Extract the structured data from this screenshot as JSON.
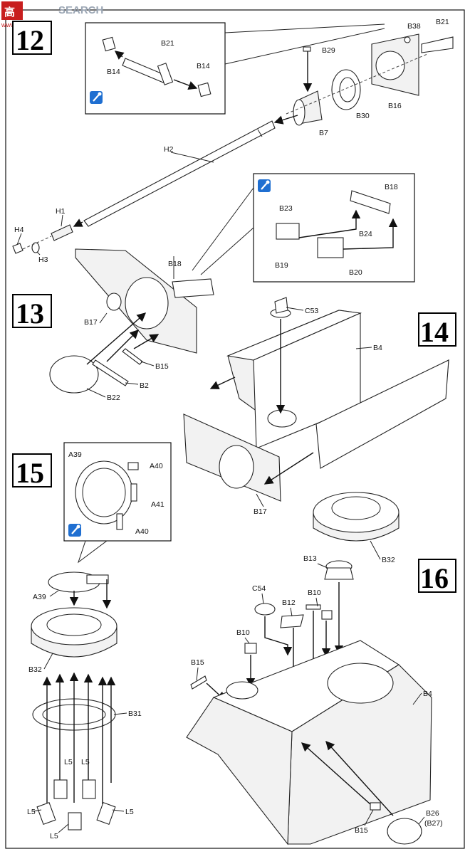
{
  "watermark": {
    "brand_cn": "高",
    "text": "SEARCH",
    "sub_url": "www.xxx.com"
  },
  "steps": [
    "12",
    "13",
    "14",
    "15",
    "16"
  ],
  "step12": {
    "inset_labels": [
      "B21",
      "B14",
      "B14"
    ],
    "labels": [
      "B38",
      "B21",
      "B29",
      "B16",
      "B30",
      "B7",
      "H2",
      "H1",
      "H4",
      "H3"
    ]
  },
  "step13": {
    "inset_labels": [
      "B18",
      "B23",
      "B24",
      "B19",
      "B20"
    ],
    "labels": [
      "B18",
      "B17",
      "B15",
      "B2",
      "B22"
    ]
  },
  "step14": {
    "labels": [
      "C53",
      "B4",
      "B17"
    ]
  },
  "step15": {
    "inset_labels": [
      "A39",
      "A40",
      "A41",
      "A40"
    ],
    "labels": [
      "A39",
      "B32",
      "B31",
      "L5",
      "L5",
      "L5",
      "L5",
      "L5"
    ]
  },
  "step16": {
    "labels": [
      "B32",
      "B13",
      "C54",
      "B12",
      "B10",
      "B10",
      "B15",
      "B4",
      "B15",
      "B26",
      "(B27)"
    ]
  },
  "icons": [
    "note-wrench-icon",
    "note-wrench-icon",
    "note-wrench-icon"
  ]
}
